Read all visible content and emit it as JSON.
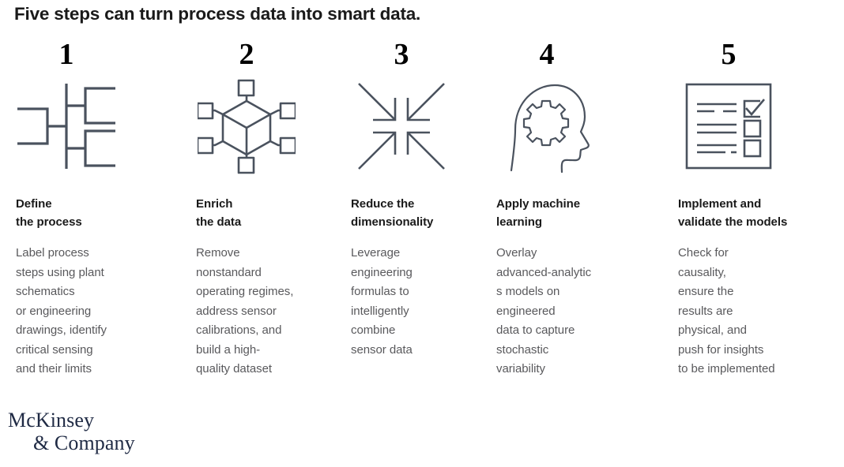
{
  "title": "Five steps can turn process data into smart data.",
  "colors": {
    "title_text": "#1a1a1a",
    "heading_text": "#1a1a1a",
    "body_text": "#59595c",
    "icon_stroke": "#4a525e",
    "numeral": "#000000",
    "logo": "#1f2a44",
    "background": "#ffffff"
  },
  "steps": [
    {
      "number": "1",
      "icon": "hierarchy-tree-icon",
      "heading": "Define\nthe process",
      "body": "Label process\nsteps using plant\nschematics\nor engineering\ndrawings, identify\ncritical sensing\nand their limits"
    },
    {
      "number": "2",
      "icon": "connected-cube-icon",
      "heading": "Enrich\nthe data",
      "body": "Remove\nnonstandard\noperating regimes,\naddress sensor\ncalibrations, and\nbuild a high-\nquality dataset"
    },
    {
      "number": "3",
      "icon": "converge-arrows-icon",
      "heading": "Reduce the\ndimensionality",
      "body": "Leverage\nengineering\nformulas to\nintelligently\ncombine\nsensor data"
    },
    {
      "number": "4",
      "icon": "head-with-gear-icon",
      "heading": "Apply machine\nlearning",
      "body": "Overlay\nadvanced-analytic\ns models on\nengineered\ndata to capture\nstochastic\nvariability"
    },
    {
      "number": "5",
      "icon": "checklist-icon",
      "heading": "Implement and\nvalidate the models",
      "body": "Check for\ncausality,\nensure the\nresults are\nphysical, and\npush for insights\nto be implemented"
    }
  ],
  "logo": {
    "line1": "McKinsey",
    "line2": "& Company"
  }
}
